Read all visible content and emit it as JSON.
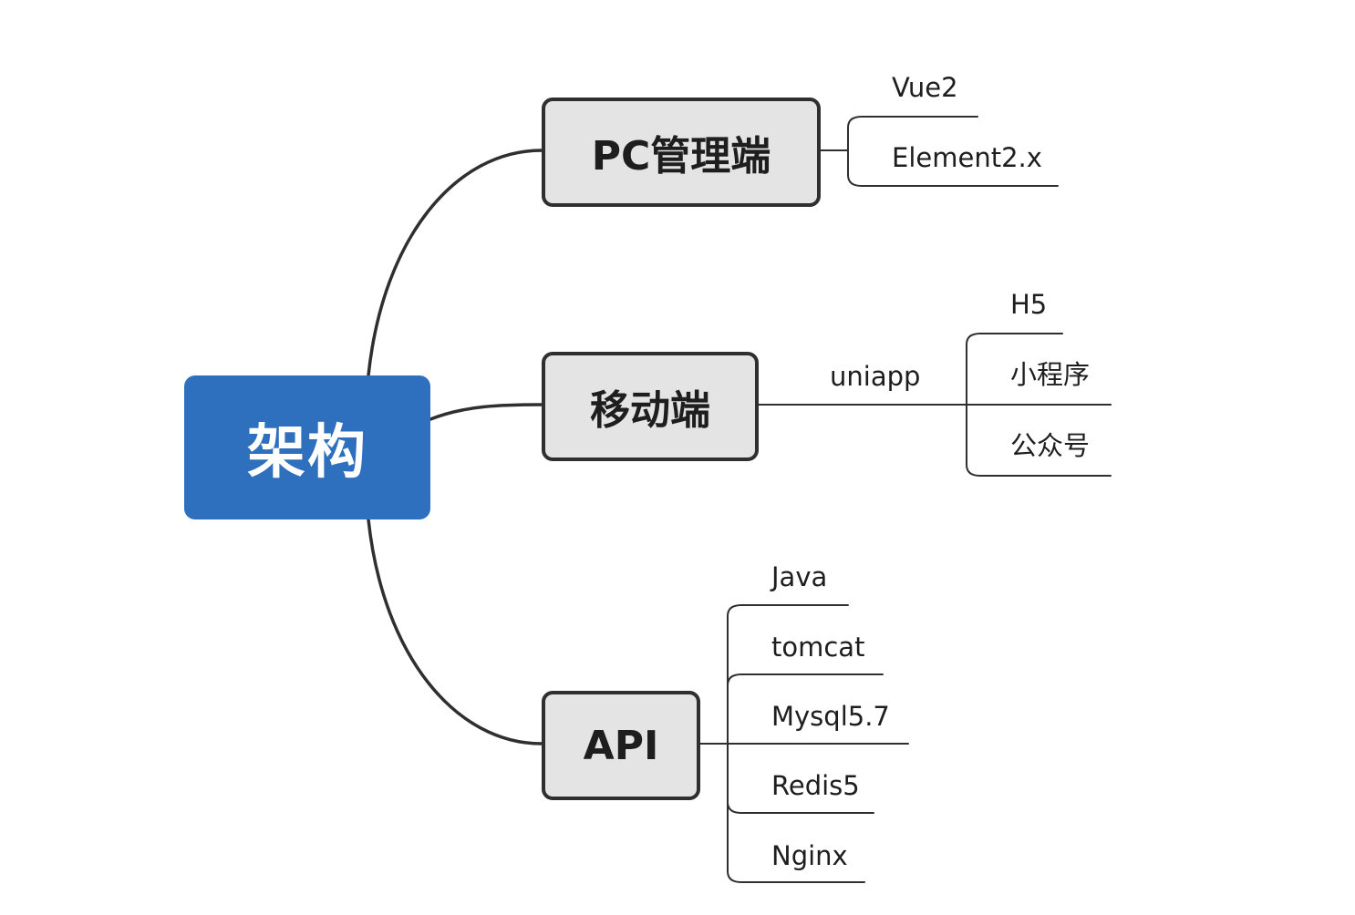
{
  "root": {
    "label": "架构",
    "color": "#2e6fbe"
  },
  "branches": {
    "pc": {
      "label": "PC管理端",
      "children": [
        "Vue2",
        "Element2.x"
      ]
    },
    "mobile": {
      "label": "移动端",
      "connector_label": "uniapp",
      "children": [
        "H5",
        "小程序",
        "公众号"
      ]
    },
    "api": {
      "label": "API",
      "children": [
        "Java",
        "tomcat",
        "Mysql5.7",
        "Redis5",
        "Nginx"
      ]
    }
  },
  "colors": {
    "branch_fill": "#e4e4e4",
    "line": "#2f2f2f"
  }
}
